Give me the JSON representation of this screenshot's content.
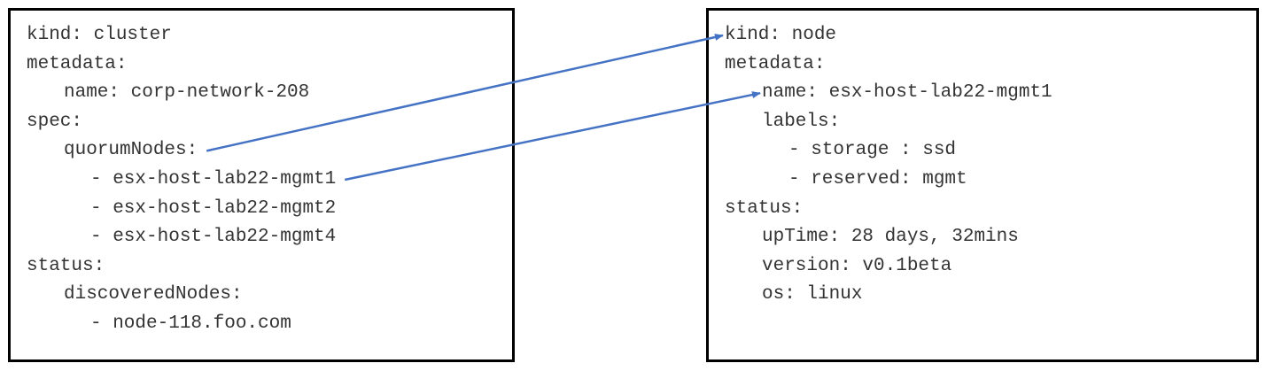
{
  "accent_color": "#4472C4",
  "left_panel": {
    "lines": [
      {
        "indent": 0,
        "text": "kind: cluster"
      },
      {
        "indent": 0,
        "text": "metadata:"
      },
      {
        "indent": 1,
        "text": "name: corp-network-208"
      },
      {
        "indent": 0,
        "text": "spec:"
      },
      {
        "indent": 1,
        "text": "quorumNodes:"
      },
      {
        "indent": 2,
        "text": "- esx-host-lab22-mgmt1"
      },
      {
        "indent": 2,
        "text": "- esx-host-lab22-mgmt2"
      },
      {
        "indent": 2,
        "text": "- esx-host-lab22-mgmt4"
      },
      {
        "indent": 0,
        "text": "status:"
      },
      {
        "indent": 1,
        "text": "discoveredNodes:"
      },
      {
        "indent": 2,
        "text": "- node-118.foo.com"
      }
    ]
  },
  "right_panel": {
    "lines": [
      {
        "indent": 0,
        "text": "kind: node"
      },
      {
        "indent": 0,
        "text": "metadata:"
      },
      {
        "indent": 1,
        "text": "name: esx-host-lab22-mgmt1"
      },
      {
        "indent": 1,
        "text": "labels:"
      },
      {
        "indent": 2,
        "text": "- storage : ssd"
      },
      {
        "indent": 2,
        "text": "- reserved: mgmt"
      },
      {
        "indent": 0,
        "text": "status:"
      },
      {
        "indent": 1,
        "text": "upTime: 28 days, 32mins"
      },
      {
        "indent": 1,
        "text": "version: v0.1beta"
      },
      {
        "indent": 1,
        "text": "os: linux"
      }
    ]
  },
  "connections": [
    {
      "from_line": 4,
      "to_line": 0
    },
    {
      "from_line": 5,
      "to_line": 2
    }
  ]
}
